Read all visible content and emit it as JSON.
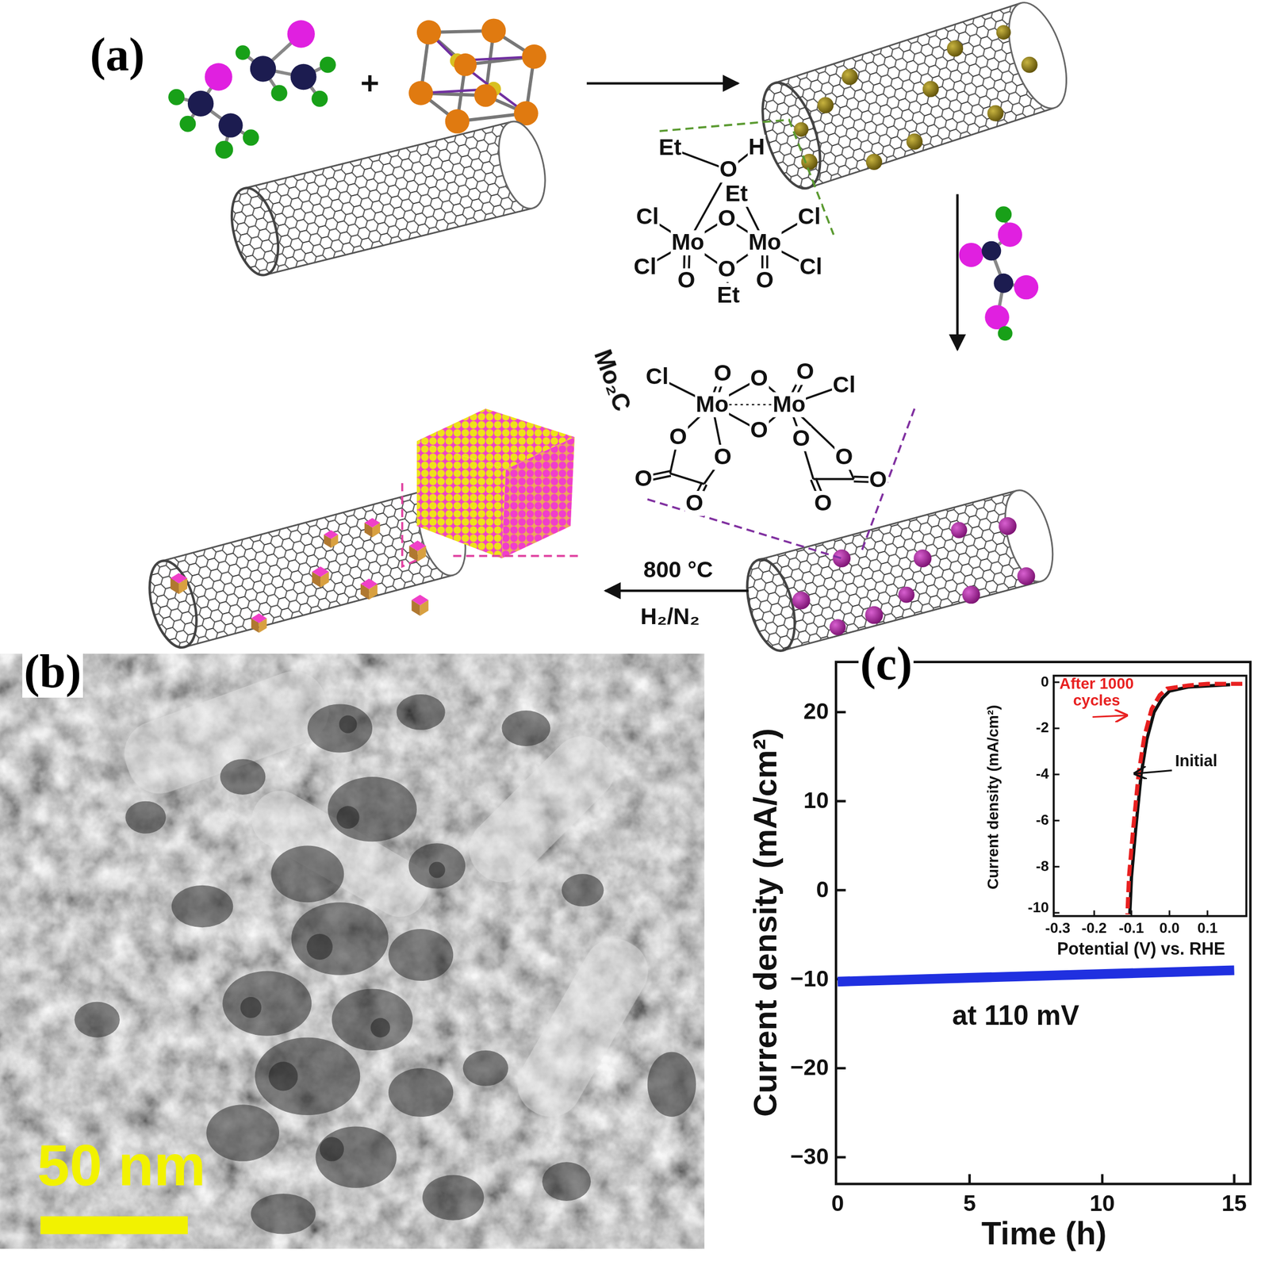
{
  "diagram": {
    "labels": [
      "(a)",
      "Et",
      "H",
      "O",
      "Et",
      "Cl",
      "O",
      "Cl",
      "Mo",
      "Mo",
      "Cl",
      "O",
      "Cl",
      "O",
      "O",
      "Et",
      "Cl",
      "O",
      "O",
      "O",
      "Cl",
      "Mo",
      "Mo",
      "O",
      "O",
      "O",
      "O",
      "O",
      "O",
      "O",
      "O",
      "O",
      "Mo₂C",
      "800 °C",
      "H₂/N₂",
      "(b)",
      "50 nm",
      "(c)",
      "Current density (mA/cm²)",
      "20",
      "10",
      "0",
      "−10",
      "−20",
      "−30",
      "0",
      "5",
      "10",
      "15",
      "Time (h)",
      "at 110 mV",
      "Current density (mA/cm²)",
      "0",
      "-2",
      "-4",
      "-6",
      "-8",
      "-10",
      "-0.3",
      "-0.2",
      "-0.1",
      "0.0",
      "0.1",
      "Potential (V) vs. RHE",
      "After 1000 cycles",
      "Initial"
    ]
  }
}
